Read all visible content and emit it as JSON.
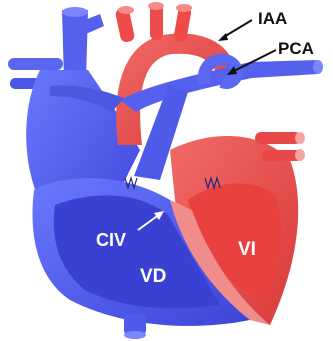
{
  "labels": {
    "iaa": "IAA",
    "pca": "PCA",
    "civ": "CIV",
    "vd": "VD",
    "vi": "VI"
  },
  "colors": {
    "blue": "#4a5cf0",
    "blue_dark": "#2a2fc0",
    "red": "#ee4a4a",
    "red_light": "#f07a78",
    "label_dark": "#111111",
    "label_light": "#ffffff"
  }
}
